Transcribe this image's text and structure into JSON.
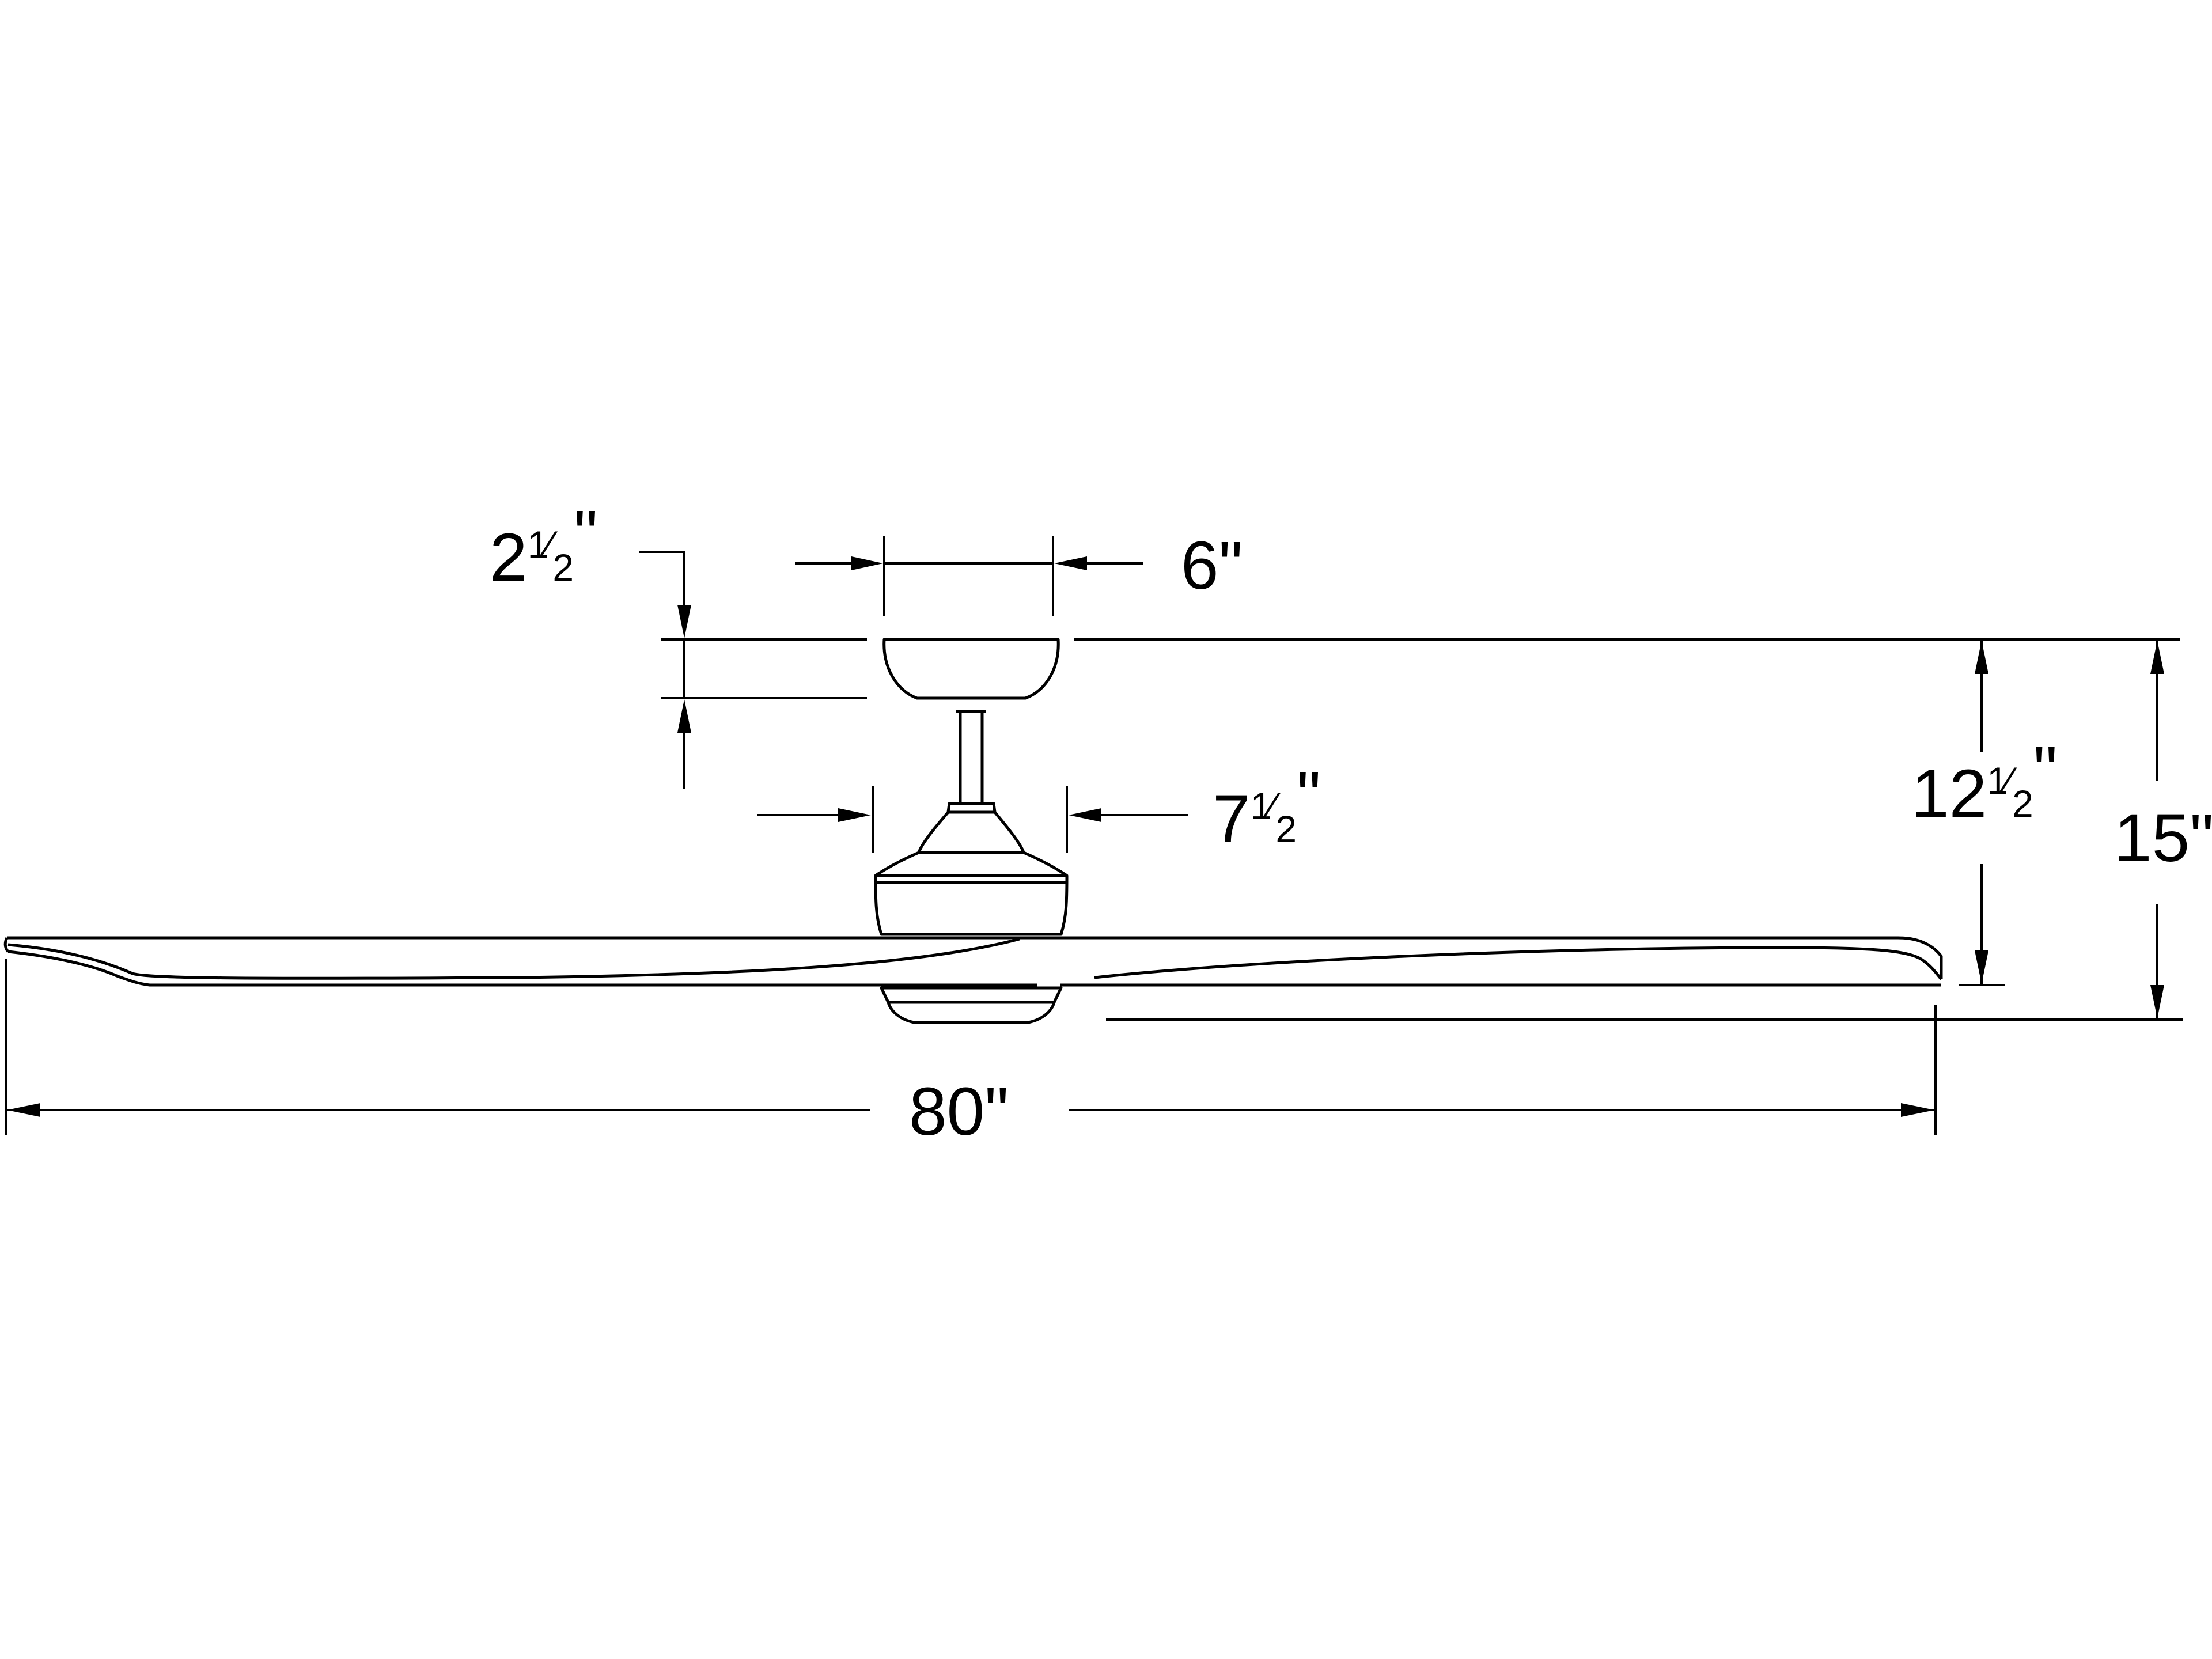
{
  "dimensions": {
    "canopy_height": {
      "whole": "2",
      "num": "1",
      "den": "2",
      "unit": "\""
    },
    "canopy_width": {
      "whole": "6",
      "unit": "\""
    },
    "motor_width": {
      "whole": "7",
      "num": "1",
      "den": "2",
      "unit": "\""
    },
    "height_to_blade": {
      "whole": "12",
      "num": "1",
      "den": "2",
      "unit": "\""
    },
    "overall_height": {
      "whole": "15",
      "unit": "\""
    },
    "blade_span": {
      "whole": "80",
      "unit": "\""
    }
  },
  "colors": {
    "line": "#000000",
    "background": "#ffffff"
  }
}
